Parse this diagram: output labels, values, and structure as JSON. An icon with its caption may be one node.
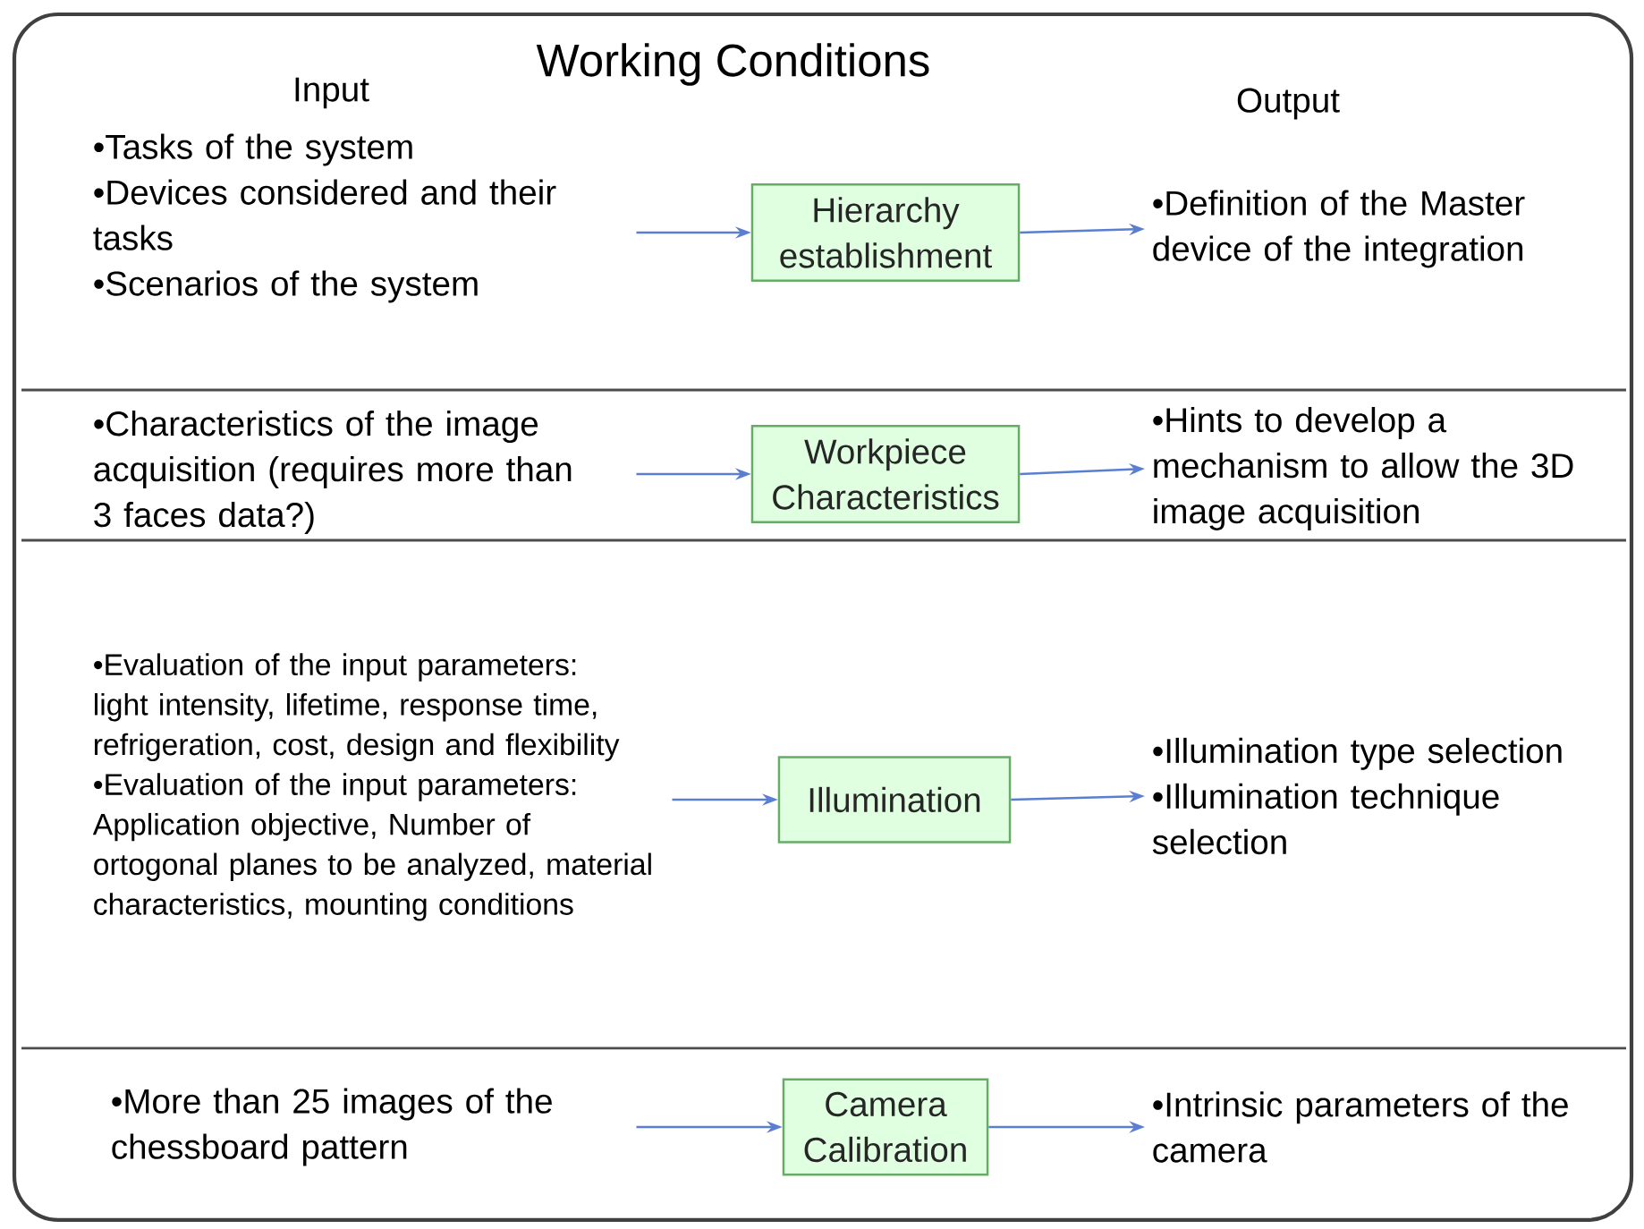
{
  "diagram": {
    "title": "Working Conditions",
    "nodes": [
      {
        "text": [
          "•Tasks of the system",
          "•Devices considered and their tasks",
          "•Scenarios of the system"
        ]
      },
      {
        "text": [
          "Hierarchy establishment"
        ]
      },
      {
        "text": [
          "•Definition of the Master device of the integration"
        ]
      },
      {
        "text": [
          "•Characteristics of the image acquisition (requires more than 3 faces data?)"
        ]
      },
      {
        "text": [
          "Workpiece Characteristics"
        ]
      },
      {
        "text": [
          "•Hints to develop a mechanism to allow the 3D image acquisition"
        ]
      },
      {
        "text": [
          "•Evaluation of the input parameters: light intensity, lifetime, response time, refrigeration, cost, design and flexibility",
          "•Evaluation of the input parameters: Application objective, Number of ortogonal planes to be analyzed, material characteristics, mounting conditions"
        ]
      },
      {
        "text": [
          "Illumination"
        ]
      },
      {
        "text": [
          "•Illumination type selection",
          "•Illumination technique selection"
        ]
      },
      {
        "text": [
          "•More than 25 images of the chessboard pattern"
        ]
      },
      {
        "text": [
          "Camera Calibration"
        ]
      },
      {
        "text": [
          "•Intrinsic parameters of the camera"
        ]
      }
    ],
    "edges": [
      {
        "from": 0,
        "to": 1,
        "arrow": "to"
      },
      {
        "from": 1,
        "to": 2,
        "arrow": "to"
      },
      {
        "from": 3,
        "to": 4,
        "arrow": "to"
      },
      {
        "from": 4,
        "to": 5,
        "arrow": "to"
      },
      {
        "from": 6,
        "to": 7,
        "arrow": "to"
      },
      {
        "from": 7,
        "to": 8,
        "arrow": "to"
      },
      {
        "from": 9,
        "to": 10,
        "arrow": "to"
      },
      {
        "from": 10,
        "to": 11,
        "arrow": "to"
      }
    ],
    "labels": [
      "Input",
      "Output"
    ]
  }
}
